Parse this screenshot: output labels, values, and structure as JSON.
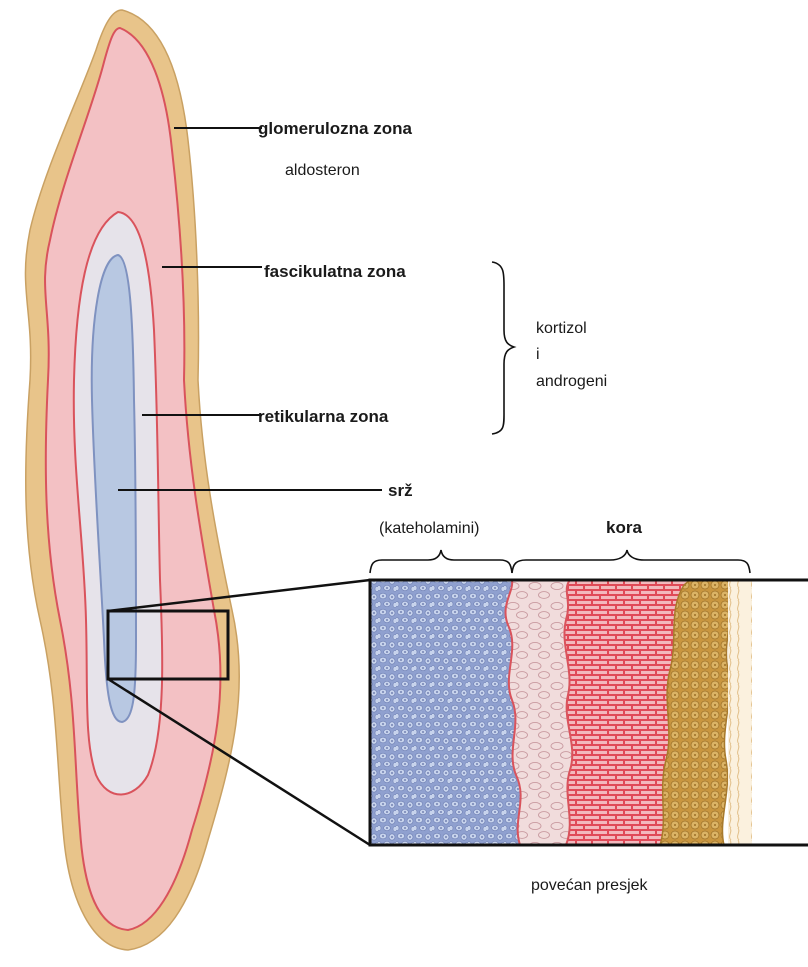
{
  "labels": {
    "glomerular_zone": "glomerulozna zona",
    "aldosterone": "aldosteron",
    "fascicular_zone": "fascikulatna zona",
    "reticular_zone": "retikularna zona",
    "cortisol_line1": "kortizol",
    "cortisol_line2": "i",
    "cortisol_line3": "androgeni",
    "medulla": "srž",
    "catecholamines": "(kateholamini)",
    "cortex": "kora",
    "enlarged_section": "povećan presjek"
  },
  "colors": {
    "capsule": "#e8c48a",
    "cortex_pink": "#f3c1c4",
    "cortex_outline": "#d9535c",
    "reticular_gray": "#e6e3ea",
    "medulla_blue": "#b8c8e2",
    "medulla_outline": "#7f92c0",
    "medulla_cells": "#8fa0cf",
    "fascicular_red": "#e46470",
    "glomerular_gold": "#d2a452",
    "line": "#111111"
  }
}
